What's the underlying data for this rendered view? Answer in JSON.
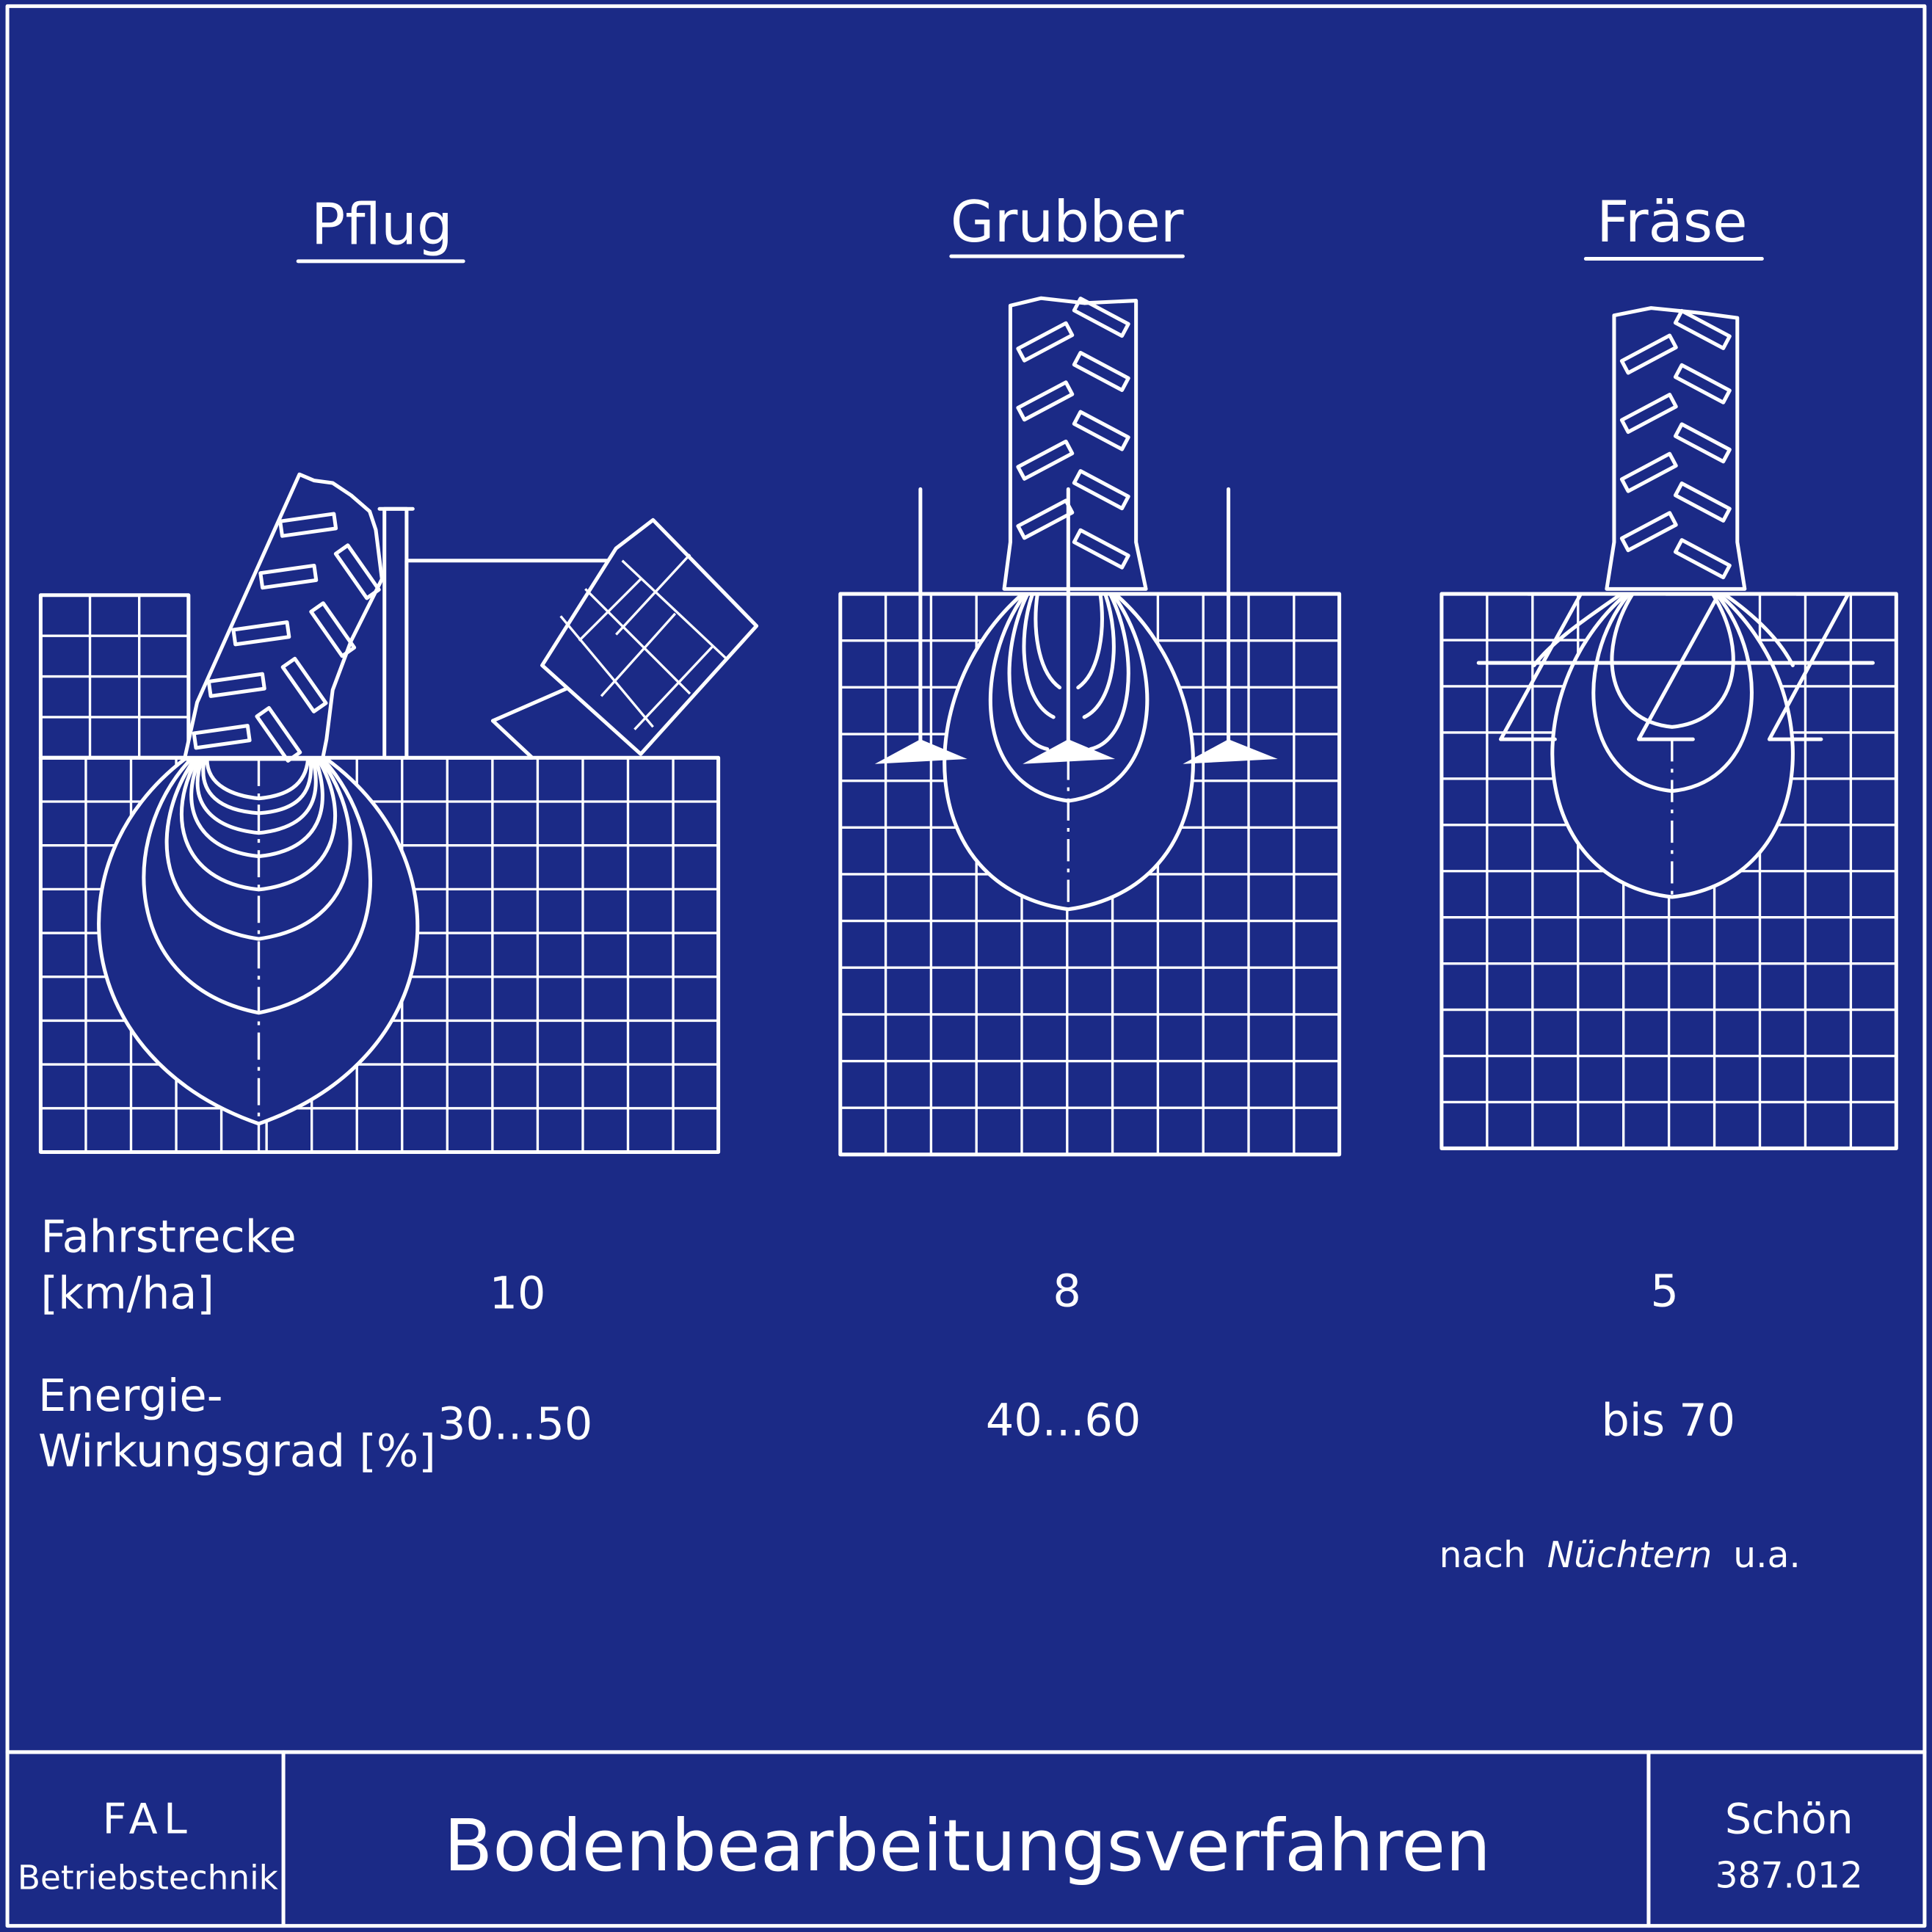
{
  "colors": {
    "background": "#1b2a86",
    "lines": "#ffffff"
  },
  "methods": [
    {
      "title": "Pflug",
      "fahrstrecke": "10",
      "wirkungsgrad": "30...50"
    },
    {
      "title": "Grubber",
      "fahrstrecke": "8",
      "wirkungsgrad": "40...60"
    },
    {
      "title": "Fräse",
      "fahrstrecke": "5",
      "wirkungsgrad": "bis 70"
    }
  ],
  "labels": {
    "fahrstrecke_line1": "Fahrstrecke",
    "fahrstrecke_line2": "[km/ha]",
    "energie_line1": "Energie-",
    "energie_line2": "Wirkungsgrad [%]"
  },
  "source": {
    "prefix": "nach",
    "author": "Nüchtern",
    "suffix": "u.a."
  },
  "footer": {
    "org": "FAL",
    "dept": "Betriebstechnik",
    "title": "Bodenbearbeitungsverfahren",
    "author": "Schön",
    "number": "387.012"
  }
}
